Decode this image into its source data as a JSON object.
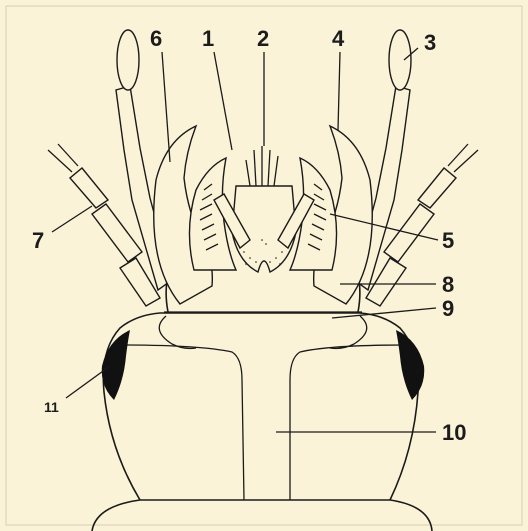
{
  "colors": {
    "background": "#fbf3d7",
    "outline": "#1a1a1a",
    "eye_fill": "#111111"
  },
  "labels": {
    "l1": "1",
    "l2": "2",
    "l3": "3",
    "l4": "4",
    "l5": "5",
    "l6": "6",
    "l7": "7",
    "l8": "8",
    "l9": "9",
    "l10": "10",
    "l11": "11"
  }
}
